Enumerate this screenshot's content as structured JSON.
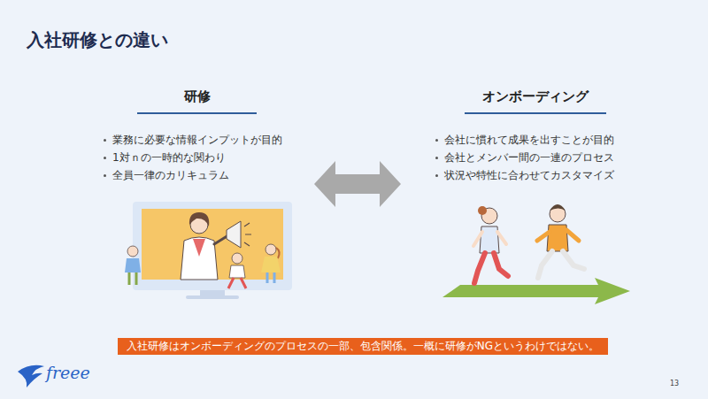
{
  "diagram": {
    "title": "入社研修との違い",
    "nodes": [
      {
        "text": [
          "研修",
          "業務に必要な情報インプットが目的",
          "1対ｎの一時的な関わり",
          "全員一律のカリキュラム"
        ]
      },
      {
        "text": [
          "オンボーディング",
          "会社に慣れて成果を出すことが目的",
          "会社とメンバー間の一連のプロセス",
          "状況や特性に合わせてカスタマイズ"
        ]
      },
      {
        "text": [
          "入社研修はオンボーディングのプロセスの一部、包含関係。一概に研修がNGというわけではない。"
        ]
      }
    ],
    "edges": [
      {
        "from": 0,
        "to": 1,
        "arrow": "both"
      }
    ],
    "labels": [
      "freee",
      "13"
    ]
  }
}
